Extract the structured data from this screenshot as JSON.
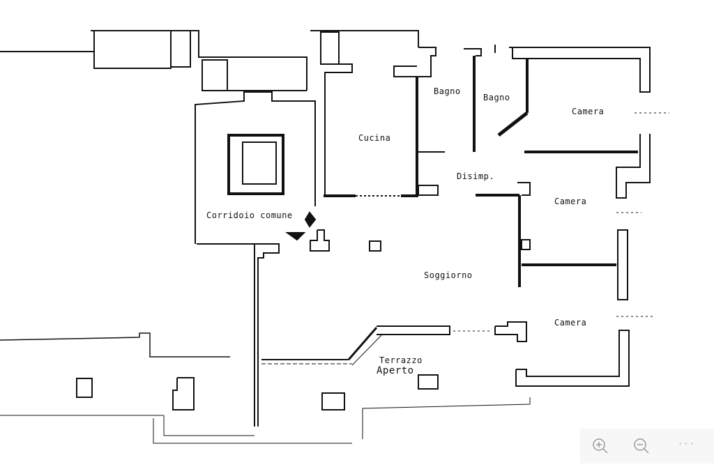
{
  "plan": {
    "rooms": {
      "cucina": "Cucina",
      "bagno1": "Bagno",
      "bagno2": "Bagno",
      "camera1": "Camera",
      "camera2": "Camera",
      "camera3": "Camera",
      "disimpegno": "Disimp.",
      "corridoio": "Corridoio comune",
      "soggiorno": "Soggiorno",
      "terrazzo_line1": "Terrazzo",
      "terrazzo_line2": "Aperto"
    }
  },
  "viewer": {
    "zoom_in_icon": "zoom-in-icon",
    "zoom_out_icon": "zoom-out-icon",
    "more_label": "···"
  }
}
